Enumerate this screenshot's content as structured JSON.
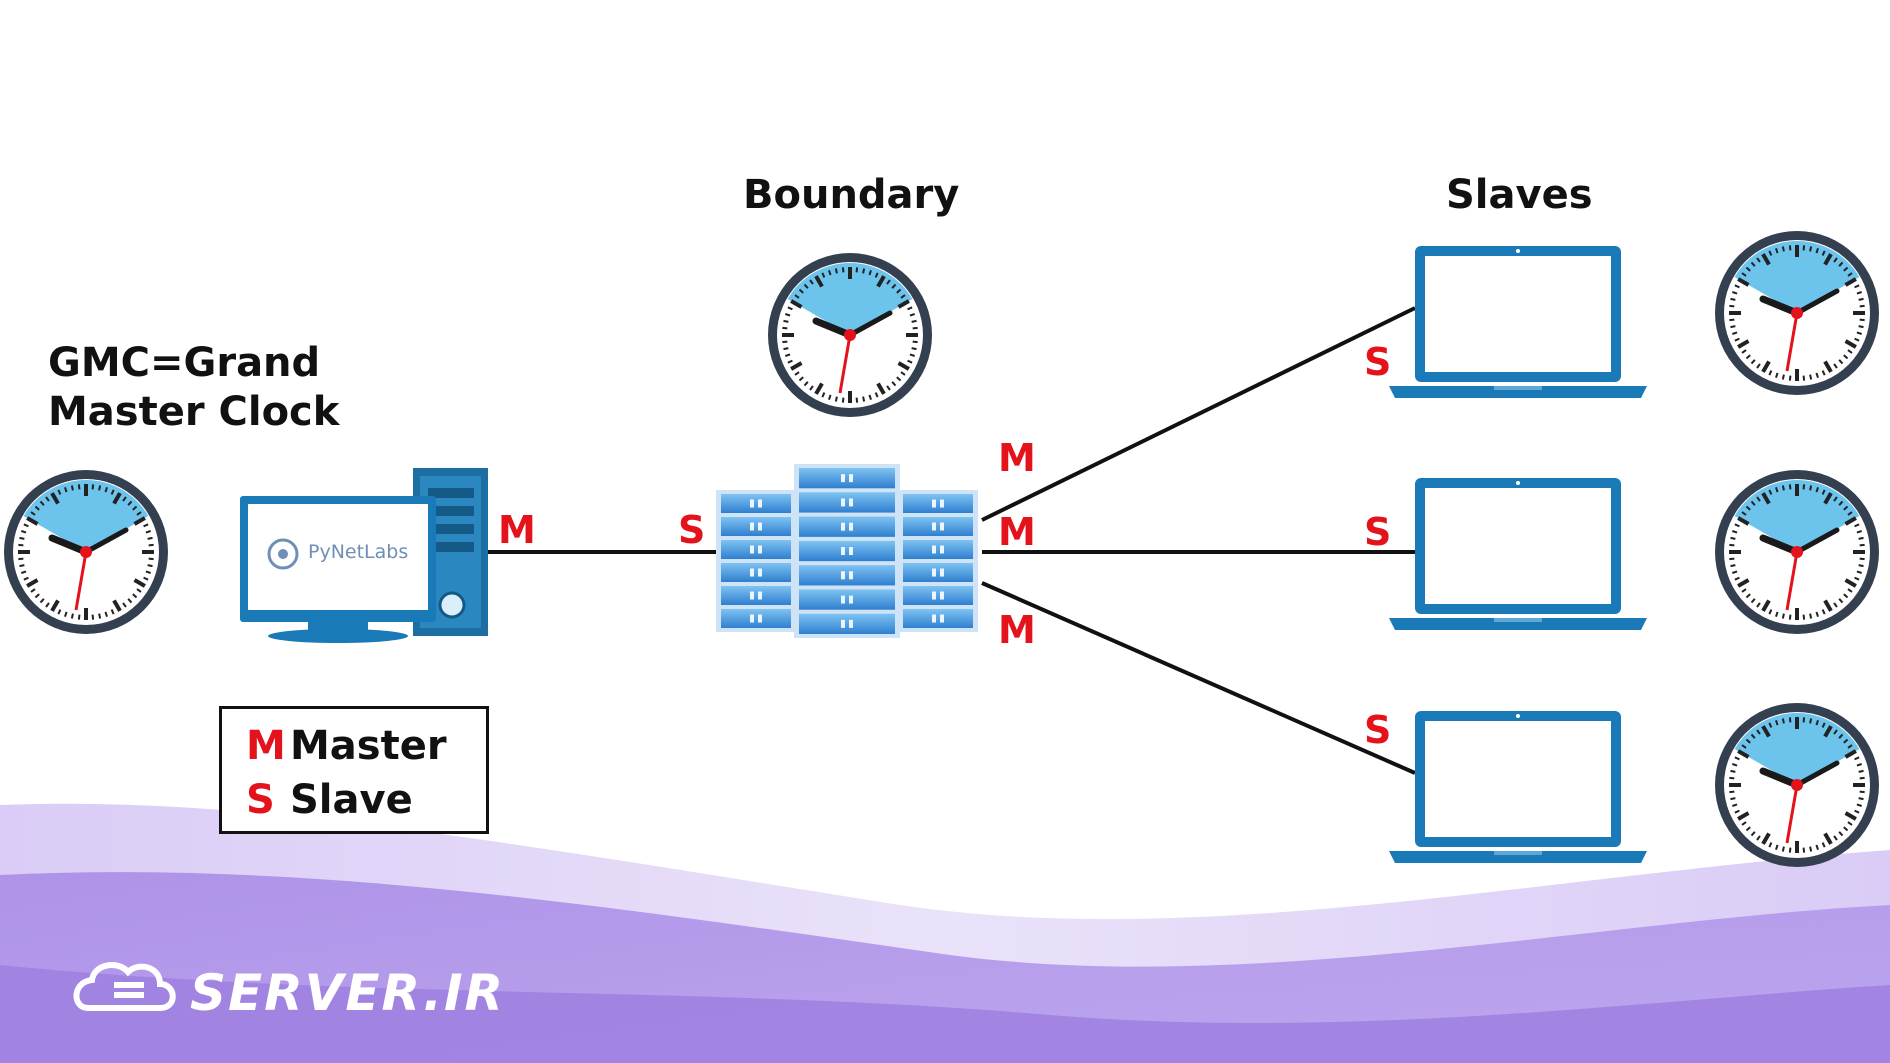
{
  "headings": {
    "boundary": "Boundary",
    "slaves": "Slaves",
    "gmc_line1": "GMC=Grand",
    "gmc_line2": "Master Clock"
  },
  "pc_logo_text": "PyNetLabs",
  "role_labels": {
    "gmc_port": "M",
    "boundary_in": "S",
    "boundary_out_top": "M",
    "boundary_out_middle": "M",
    "boundary_out_bottom": "M",
    "slave_top": "S",
    "slave_middle": "S",
    "slave_bottom": "S"
  },
  "legend": {
    "master_key": "M",
    "master_label": "Master",
    "slave_key": "S",
    "slave_label": "Slave"
  },
  "watermark": "SERVER.IR",
  "colors": {
    "role_red": "#e3121b",
    "device_blue": "#1a7ab8",
    "clock_rim": "#34404f",
    "clock_face_wedge": "#6cc3ec",
    "wave_purple": "#a78ae6"
  },
  "icons": [
    "analog-clock-icon",
    "desktop-computer-icon",
    "server-rack-icon",
    "laptop-icon",
    "cloud-server-logo-icon"
  ]
}
